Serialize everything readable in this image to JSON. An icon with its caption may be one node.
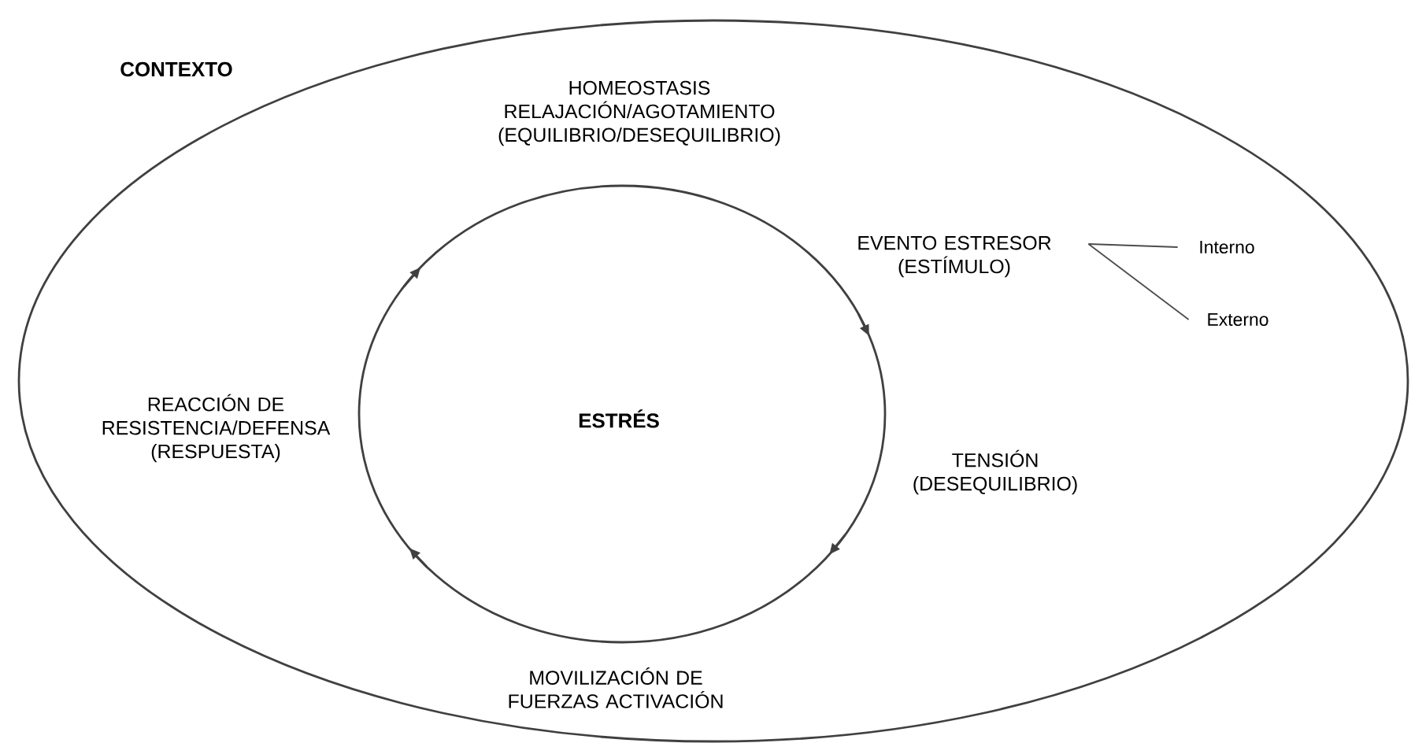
{
  "diagram": {
    "nodes": [
      {
        "text": [
          "CONTEXTO"
        ]
      },
      {
        "text": [
          "ESTRÉS"
        ],
        "in": 0
      },
      {
        "text": [
          "HOMEOSTASIS RELAJACIÓN/AGOTAMIENTO (EQUILIBRIO/DESEQUILIBRIO)"
        ],
        "in": 0
      },
      {
        "text": [
          "EVENTO ESTRESOR (ESTÍMULO)"
        ],
        "in": 0
      },
      {
        "text": [
          "TENSIÓN (DESEQUILIBRIO)"
        ],
        "in": 0
      },
      {
        "text": [
          "MOVILIZACIÓN DE FUERZAS ACTIVACIÓN"
        ],
        "in": 0
      },
      {
        "text": [
          "REACCIÓN DE RESISTENCIA/DEFENSA (RESPUESTA)"
        ],
        "in": 0
      },
      {
        "text": [
          "Interno"
        ],
        "in": 0
      },
      {
        "text": [
          "Externo"
        ],
        "in": 0
      }
    ],
    "edges": [
      {
        "from": 3,
        "to": 7,
        "arrow": "none"
      },
      {
        "from": 3,
        "to": 8,
        "arrow": "none"
      }
    ]
  }
}
